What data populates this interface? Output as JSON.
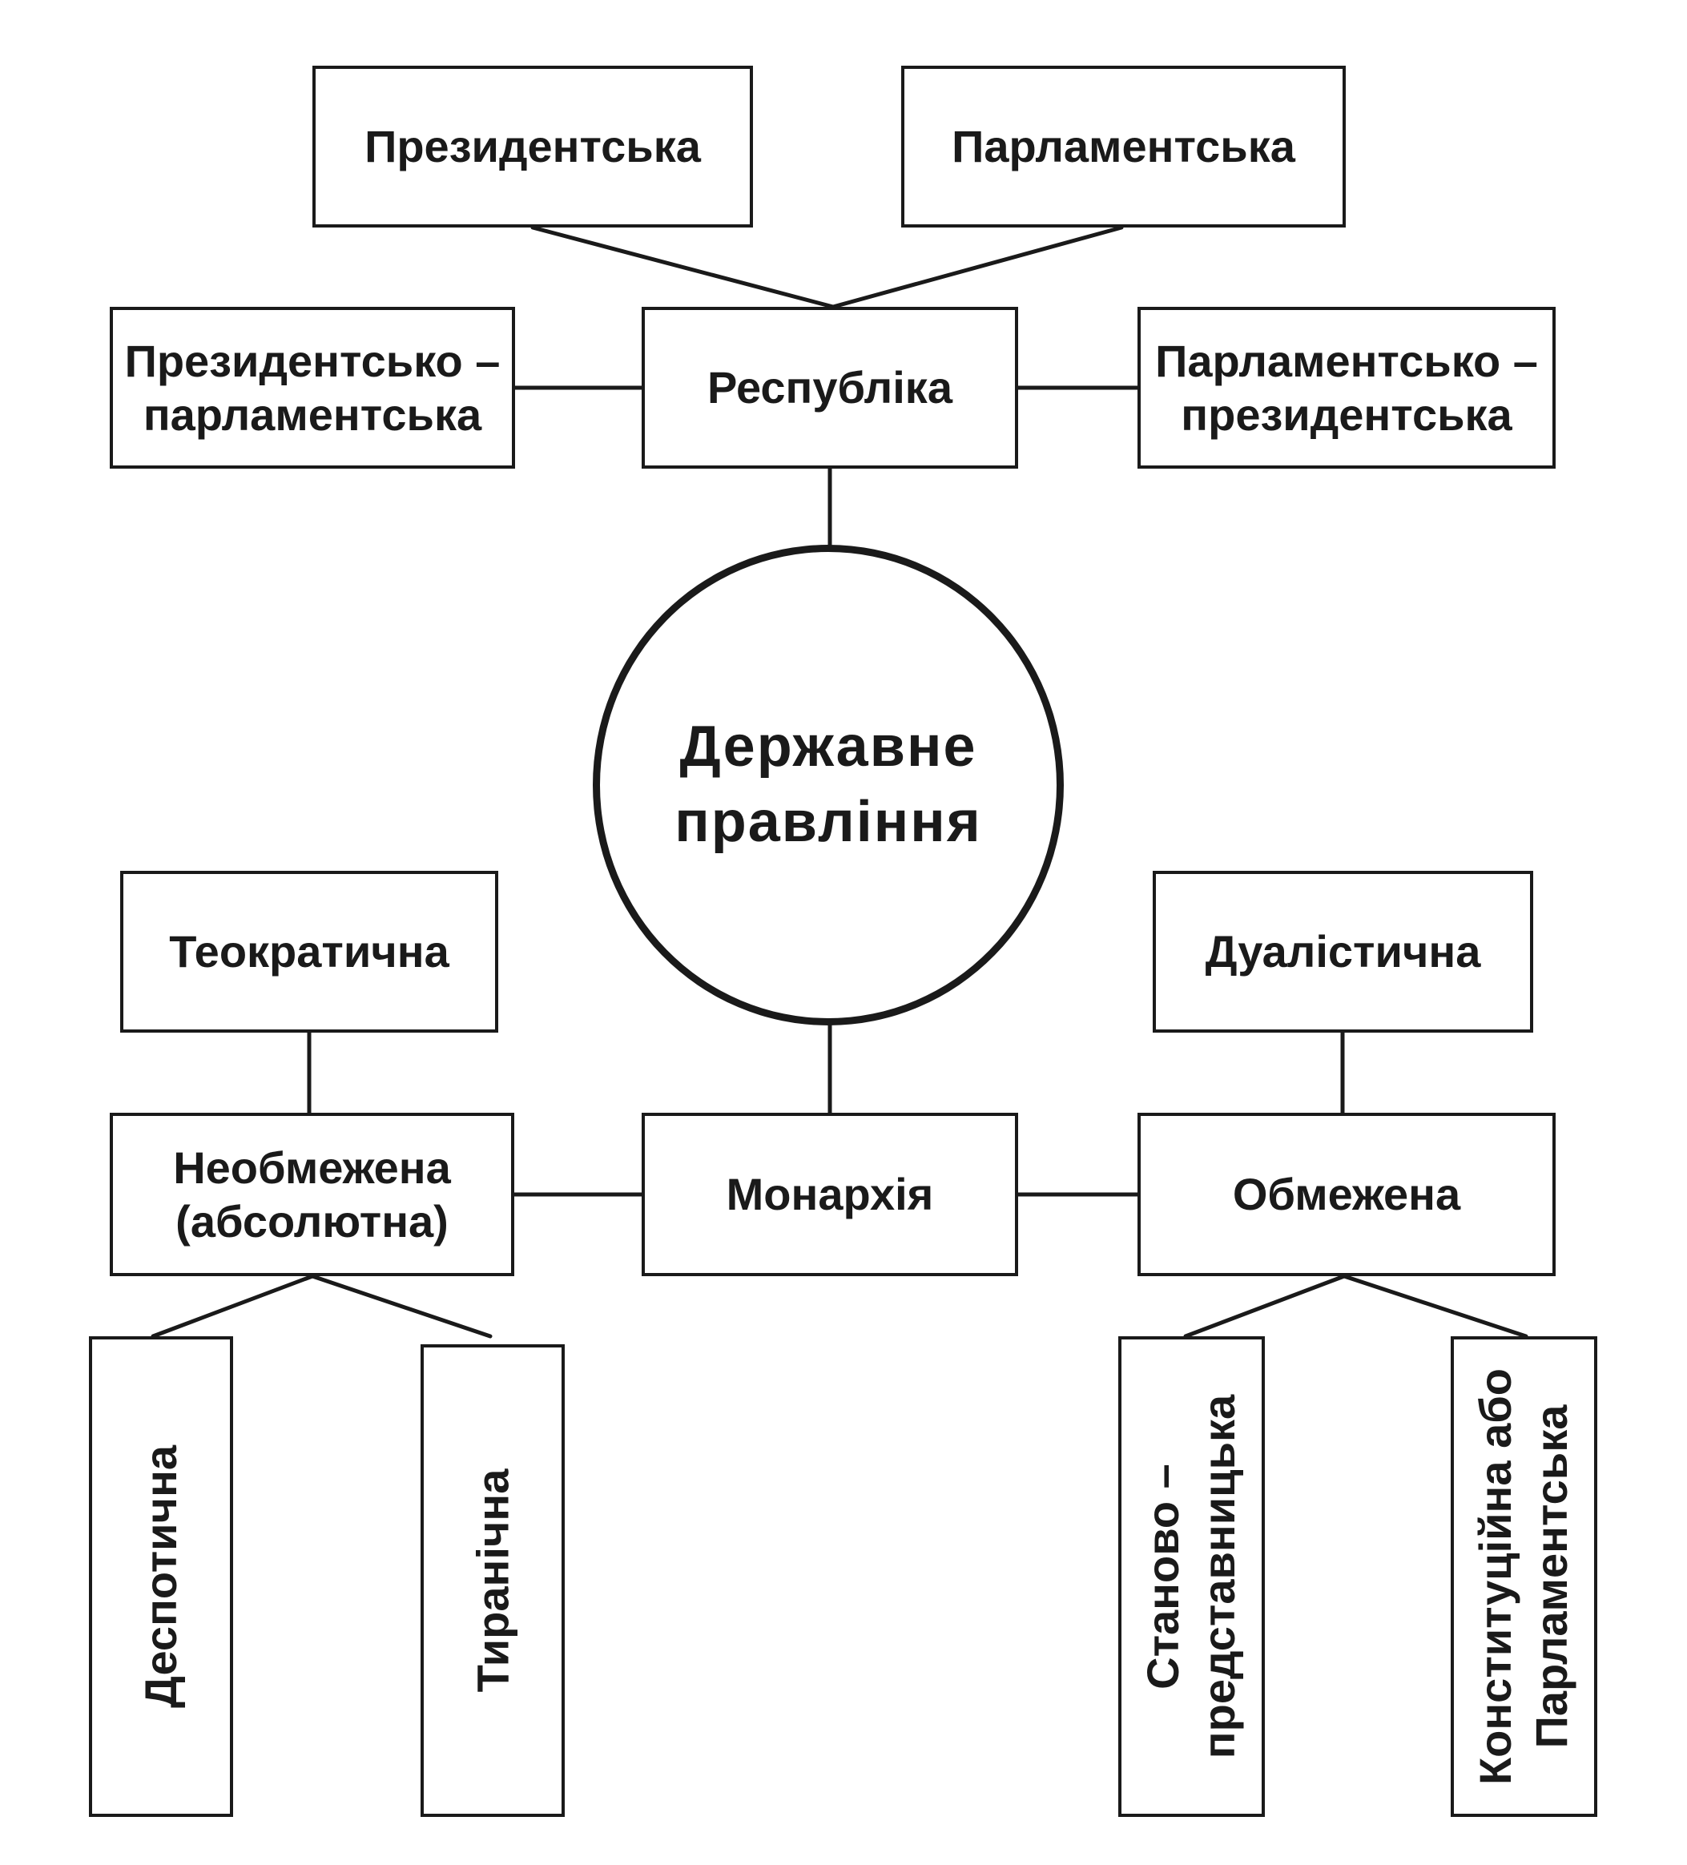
{
  "center": {
    "label": "Державне\nправління"
  },
  "republic": {
    "label": "Республіка",
    "types": {
      "presidential": "Президентська",
      "parliamentary": "Парламентська",
      "presidential_parliamentary": "Президентсько –\nпарламентська",
      "parliamentary_presidential": "Парламентсько –\nпрезидентська"
    }
  },
  "monarchy": {
    "label": "Монархія",
    "unlimited": {
      "label": "Необмежена\n(абсолютна)",
      "theocratic": "Теократична",
      "despotic": "Деспотична",
      "tyrannical": "Тиранічна"
    },
    "limited": {
      "label": "Обмежена",
      "dualistic": "Дуалістична",
      "estate_representative": "Станово –\nпредставницька",
      "constitutional": "Конституційна або\nПарламентська"
    }
  }
}
